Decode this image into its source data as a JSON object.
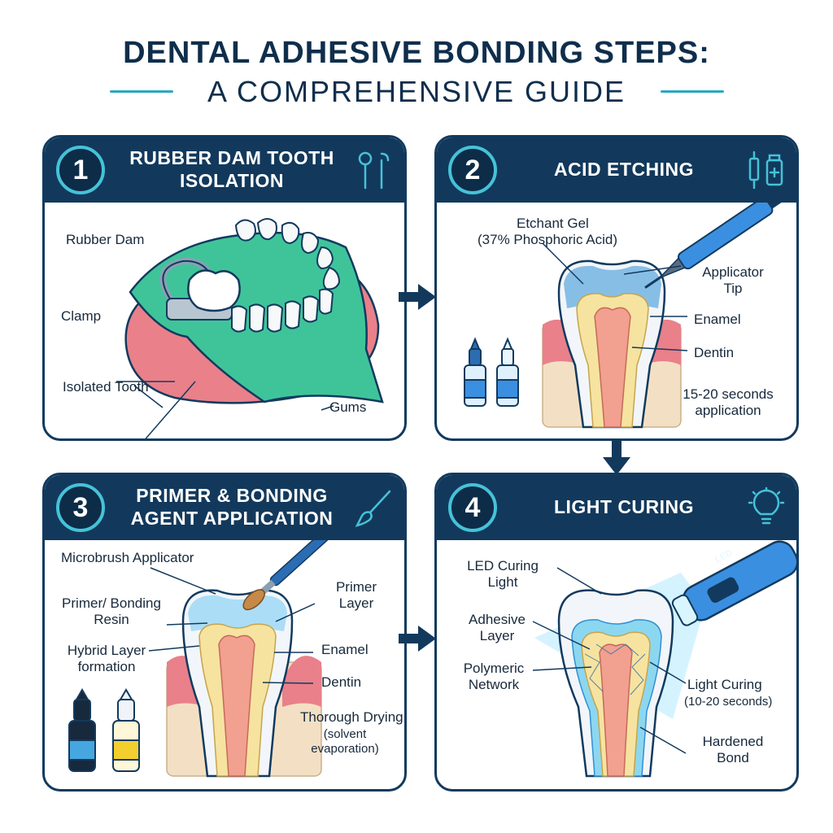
{
  "title": {
    "line1": "DENTAL ADHESIVE BONDING STEPS:",
    "line2": "A COMPREHENSIVE GUIDE"
  },
  "colors": {
    "navy": "#12395c",
    "accent": "#46c2d8",
    "gum": "#e9808a",
    "enamel": "#f2f6fa",
    "dentin": "#f6e3a0",
    "bone": "#f3e0c4",
    "rubber_dam": "#3fc49a",
    "etchant": "#2f8fd6",
    "curing_light": "#9fe4ff"
  },
  "steps": [
    {
      "number": "1",
      "title": "RUBBER DAM TOOTH ISOLATION",
      "icon": "dental-instruments-icon",
      "labels": {
        "rubber_dam": "Rubber Dam",
        "clamp": "Clamp",
        "isolated_tooth": "Isolated Tooth",
        "gums": "Gums"
      }
    },
    {
      "number": "2",
      "title": "ACID ETCHING",
      "icon": "syringe-and-vial-icon",
      "labels": {
        "etchant_gel": "Etchant Gel",
        "etchant_detail": "(37% Phosphoric Acid)",
        "applicator_tip": "Applicator Tip",
        "enamel": "Enamel",
        "dentin": "Dentin",
        "timing": "15-20 seconds application"
      }
    },
    {
      "number": "3",
      "title": "PRIMER & BONDING AGENT APPLICATION",
      "icon": "brush-icon",
      "labels": {
        "microbrush": "Microbrush Applicator",
        "primer_resin": "Primer/ Bonding Resin",
        "hybrid_layer": "Hybrid Layer formation",
        "primer_layer": "Primer Layer",
        "enamel": "Enamel",
        "dentin": "Dentin",
        "drying": "Thorough Drying",
        "drying_detail": "(solvent evaporation)"
      }
    },
    {
      "number": "4",
      "title": "LIGHT CURING",
      "icon": "light-bulb-icon",
      "labels": {
        "curing_light": "LED Curing Light",
        "led_text": "LED",
        "adhesive_layer": "Adhesive Layer",
        "polymeric_network": "Polymeric Network",
        "light_curing": "Light Curing",
        "light_curing_detail": "(10-20 seconds)",
        "hardened_bond": "Hardened Bond"
      }
    }
  ]
}
